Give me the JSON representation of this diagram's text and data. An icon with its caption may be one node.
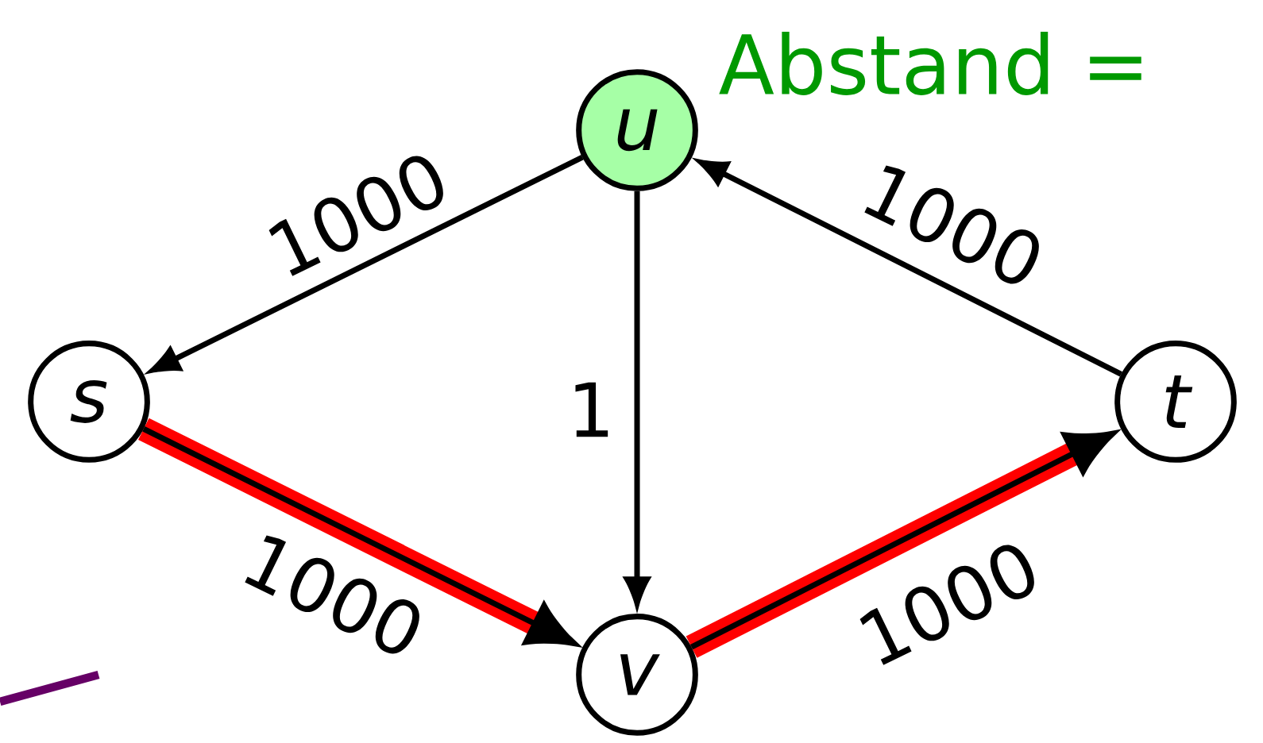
{
  "diagram": {
    "nodes": [
      {
        "text": [
          "u"
        ]
      },
      {
        "text": [
          "s"
        ]
      },
      {
        "text": [
          "t"
        ]
      },
      {
        "text": [
          "v"
        ]
      }
    ],
    "edges": [
      {
        "from": 0,
        "to": 1,
        "arrow": "to",
        "label": "1000"
      },
      {
        "from": 0,
        "to": 3,
        "arrow": "to",
        "label": "1"
      },
      {
        "from": 2,
        "to": 0,
        "arrow": "to",
        "label": "1000"
      },
      {
        "from": 1,
        "to": 3,
        "arrow": "to",
        "label": "1000",
        "style": "thick",
        "color": "#ff0000"
      },
      {
        "from": 3,
        "to": 2,
        "arrow": "to",
        "label": "1000",
        "style": "thick",
        "color": "#ff0000"
      }
    ],
    "labels": [
      "Abstand ="
    ]
  }
}
